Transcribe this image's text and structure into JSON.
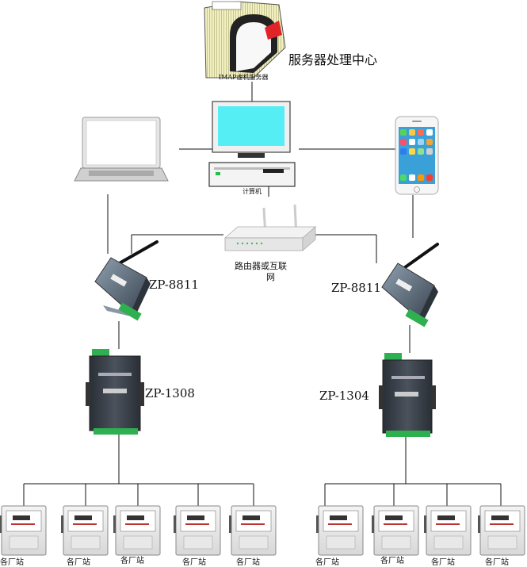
{
  "server": {
    "label": "服务器处理中心",
    "sublabel": "IMAP虚机服务器"
  },
  "computer": {
    "label": "计算机"
  },
  "router": {
    "label_line1": "路由器或互联",
    "label_line2": "网"
  },
  "modules": {
    "left_wireless": "ZP-8811",
    "right_wireless": "ZP-8811",
    "left_converter": "ZP-1308",
    "right_converter": "ZP-1304"
  },
  "meters": {
    "left_labels": [
      "各厂站",
      "各厂站",
      "各厂站",
      "各厂站",
      "各厂站"
    ],
    "right_labels": [
      "各厂站",
      "各厂站",
      "各厂站",
      "各厂站"
    ]
  },
  "colors": {
    "line": "#111111",
    "screen": "#55eef5",
    "server_stripes": "#e8e6a8",
    "module_body": "#5a6470",
    "green": "#2fb050"
  }
}
